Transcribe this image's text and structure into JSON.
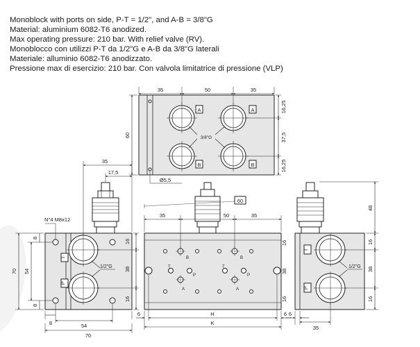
{
  "header": {
    "lines": [
      "Monoblock with ports on side, P-T = 1/2\", and A-B = 3/8\"G",
      "Material: aluminium 6082-T6 anodized.",
      "Max operating pressure: 210 bar. With relief valve (RV).",
      "Monoblocco con utilizzi P-T da 1/2\"G e A-B da 3/8\"G laterali",
      "Materiale: alluminio 6082-T6  anodizzato.",
      "Pressione max di esercizio: 210 bar. Con valvola limitatrice di pressione (VLP)"
    ]
  },
  "top_view": {
    "dims": {
      "left": "35",
      "mid": "50",
      "right": "35",
      "height": "60",
      "r1": "16,25",
      "r2": "37,5",
      "r3": "16,25",
      "hole": "Ø5,5"
    },
    "port_labels": [
      "A",
      "A",
      "B",
      "B"
    ],
    "thread": "3/8\"G"
  },
  "left_view": {
    "dims": {
      "width35": "35",
      "offset": "17,5",
      "holes": "N°4 M8x12",
      "h70": "70",
      "h54": "54",
      "e8a": "8",
      "e8b": "8",
      "w8": "8",
      "w54": "54",
      "w70": "70",
      "r16a": "16",
      "r38": "38",
      "r16b": "16"
    },
    "port_labels": [
      "T",
      "P"
    ],
    "thread": "1/2\"G"
  },
  "front_view": {
    "dims": {
      "box": "60",
      "l35": "35",
      "m50": "50",
      "r35": "35",
      "left6": "6",
      "right6": "6",
      "H": "H",
      "K": "K",
      "r16a": "16",
      "r38": "38",
      "r16b": "16"
    },
    "port_labels": [
      "B",
      "A",
      "T",
      "P",
      "B",
      "A",
      "T",
      "P"
    ]
  },
  "right_view": {
    "dims": {
      "h48": "48",
      "r16a": "16",
      "r38": "38",
      "r16b": "16",
      "w6": "6",
      "w35": "35"
    },
    "port_labels": [
      "T",
      "P"
    ],
    "thread": "1/2\"G"
  }
}
